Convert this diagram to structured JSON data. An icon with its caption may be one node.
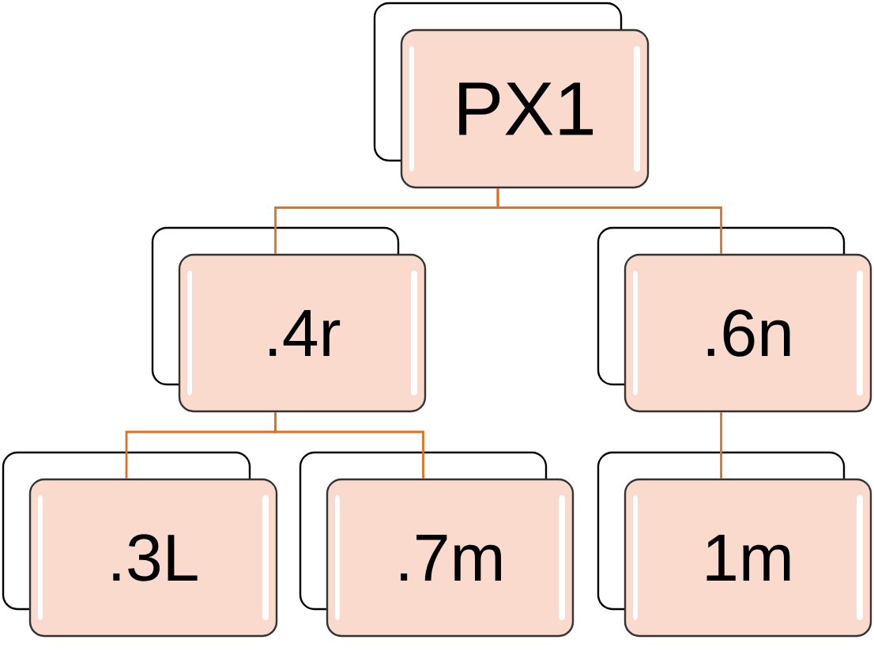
{
  "diagram": {
    "nodes": [
      {
        "text": [
          "PX1"
        ]
      },
      {
        "text": [
          ".4r"
        ]
      },
      {
        "text": [
          ".6n"
        ]
      },
      {
        "text": [
          ".3L"
        ]
      },
      {
        "text": [
          ".7m"
        ]
      },
      {
        "text": [
          "1m"
        ]
      }
    ],
    "edges": [
      {
        "from": 0,
        "to": 1,
        "arrow": "none"
      },
      {
        "from": 0,
        "to": 2,
        "arrow": "none"
      },
      {
        "from": 1,
        "to": 3,
        "arrow": "none"
      },
      {
        "from": 1,
        "to": 4,
        "arrow": "none"
      },
      {
        "from": 2,
        "to": 5,
        "arrow": "none"
      }
    ]
  }
}
